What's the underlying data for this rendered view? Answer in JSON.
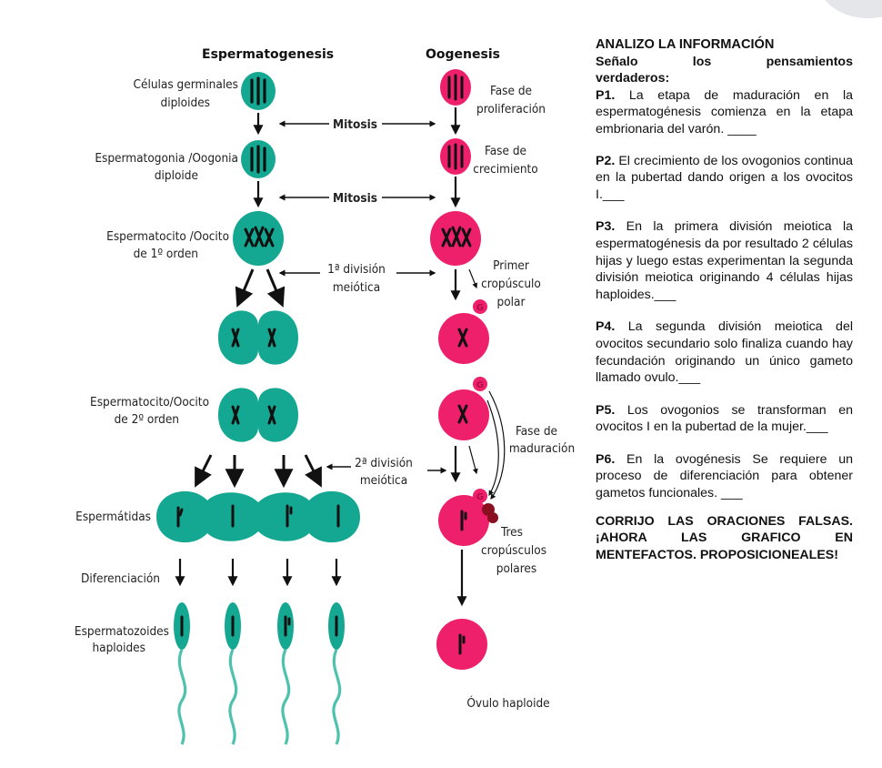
{
  "diagram": {
    "titles": {
      "left": "Espermatogenesis",
      "right": "Oogenesis"
    },
    "left_labels": {
      "germinales_1": "Células germinales",
      "germinales_2": "diploides",
      "espermatogonia_1": "Espermatogonia /Oogonia",
      "espermatogonia_2": "diploide",
      "espermatocito1_1": "Espermatocito /Oocito",
      "espermatocito1_2": "de 1º orden",
      "espermatocito2_1": "Espermatocito/Oocito",
      "espermatocito2_2": "de 2º orden",
      "espermatidas": "Espermátidas",
      "diferenciacion": "Diferenciación",
      "espermatozoides_1": "Espermatozoides",
      "espermatozoides_2": "haploides"
    },
    "middle_labels": {
      "mitosis_1": "Mitosis",
      "mitosis_2": "Mitosis",
      "division1_1": "1ª división",
      "division1_2": "meiótica",
      "division2_1": "2ª división",
      "division2_2": "meiótica"
    },
    "right_labels": {
      "proliferacion_1": "Fase de",
      "proliferacion_2": "proliferación",
      "crecimiento_1": "Fase de",
      "crecimiento_2": "crecimiento",
      "primer_1": "Primer",
      "primer_2": "cropúsculo",
      "primer_3": "polar",
      "maduracion_1": "Fase de",
      "maduracion_2": "maduración",
      "tres_1": "Tres",
      "tres_2": "cropúsculos",
      "tres_3": "polares",
      "ovulo": "Óvulo haploide",
      "polar_mark": "G"
    },
    "colors": {
      "teal": "#14a892",
      "teal_dark": "#0b7d6b",
      "pink": "#ee1f6b",
      "pink_dark": "#b30c48",
      "maroon": "#8a0f1f",
      "chromosome": "#111111"
    }
  },
  "panel": {
    "heading": "ANALIZO LA INFORMACIÓN",
    "subheading_1": "Señalo los pensamientos",
    "subheading_2": "verdaderos:",
    "propositions": [
      {
        "tag": "P1.",
        "text": " La etapa de maduración en la espermatogénesis comienza en la etapa embrionaria del varón. ____"
      },
      {
        "tag": "P2.",
        "text": " El crecimiento de los ovogonios continua en la pubertad dando origen a los ovocitos I.___"
      },
      {
        "tag": "P3.",
        "text": " En la primera división meiotica la espermatogénesis da por resultado 2 células hijas y luego estas experimentan la segunda división meiotica originando 4 células hijas haploides.___"
      },
      {
        "tag": "P4.",
        "text": " La segunda división meiotica del ovocitos secundario solo finaliza cuando hay fecundación originando un único gameto llamado ovulo.___"
      },
      {
        "tag": "P5.",
        "text": " Los ovogonios se transforman en ovocitos I en la pubertad de la mujer.___"
      },
      {
        "tag": "P6.",
        "text": " En la ovogénesis Se requiere un proceso de diferenciación para obtener gametos funcionales. ___"
      }
    ],
    "closing": "CORRIJO LAS ORACIONES FALSAS. ¡AHORA LAS GRAFICO EN MENTEFACTOS. PROPOSICIONEALES!"
  }
}
